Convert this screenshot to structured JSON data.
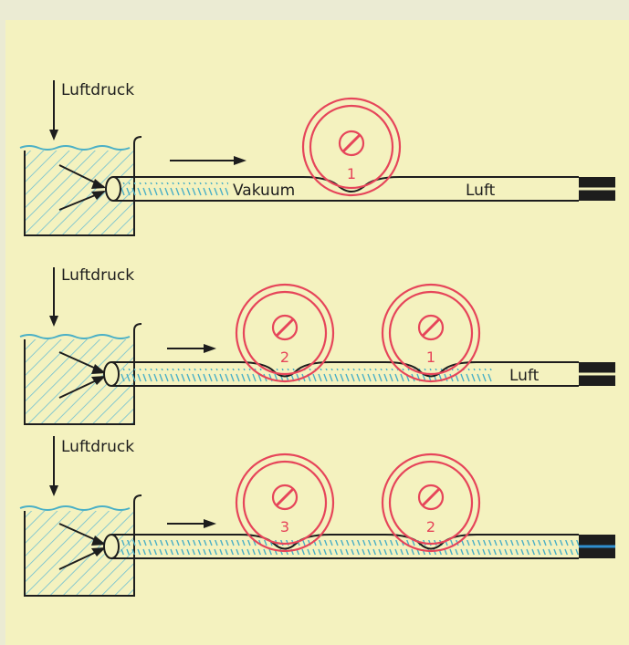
{
  "colors": {
    "page_bg": "#ebebd3",
    "panel_bg": "#f4f2bf",
    "line": "#1d1d1d",
    "water": "#4ab0c6",
    "hatch": "#6cbfd2",
    "roller": "#e6455a",
    "screw": "#e6455a",
    "end_blue": "#2f8fd0"
  },
  "panels": [
    {
      "pressure_label": "Luftdruck",
      "rollers": [
        {
          "number": "1"
        }
      ],
      "tube_labels": {
        "vacuum": "Vakuum",
        "air": "Luft"
      }
    },
    {
      "pressure_label": "Luftdruck",
      "rollers": [
        {
          "number": "2"
        },
        {
          "number": "1"
        }
      ],
      "tube_labels": {
        "air": "Luft"
      }
    },
    {
      "pressure_label": "Luftdruck",
      "rollers": [
        {
          "number": "3"
        },
        {
          "number": "2"
        }
      ]
    }
  ]
}
